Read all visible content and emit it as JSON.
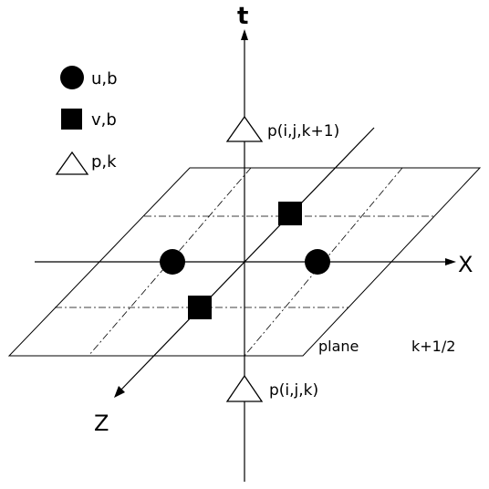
{
  "axes": {
    "t": "t",
    "x": "X",
    "z": "Z"
  },
  "legend": [
    {
      "symbol": "circle",
      "label": "u,b"
    },
    {
      "symbol": "square",
      "label": "v,b"
    },
    {
      "symbol": "triangle",
      "label": "p,k"
    }
  ],
  "points": {
    "p_upper": "p(i,j,k+1)",
    "p_lower": "p(i,j,k)"
  },
  "plane": {
    "label": "plane",
    "level": "k+1/2"
  },
  "colors": {
    "ink": "#000000",
    "background": "#ffffff"
  }
}
